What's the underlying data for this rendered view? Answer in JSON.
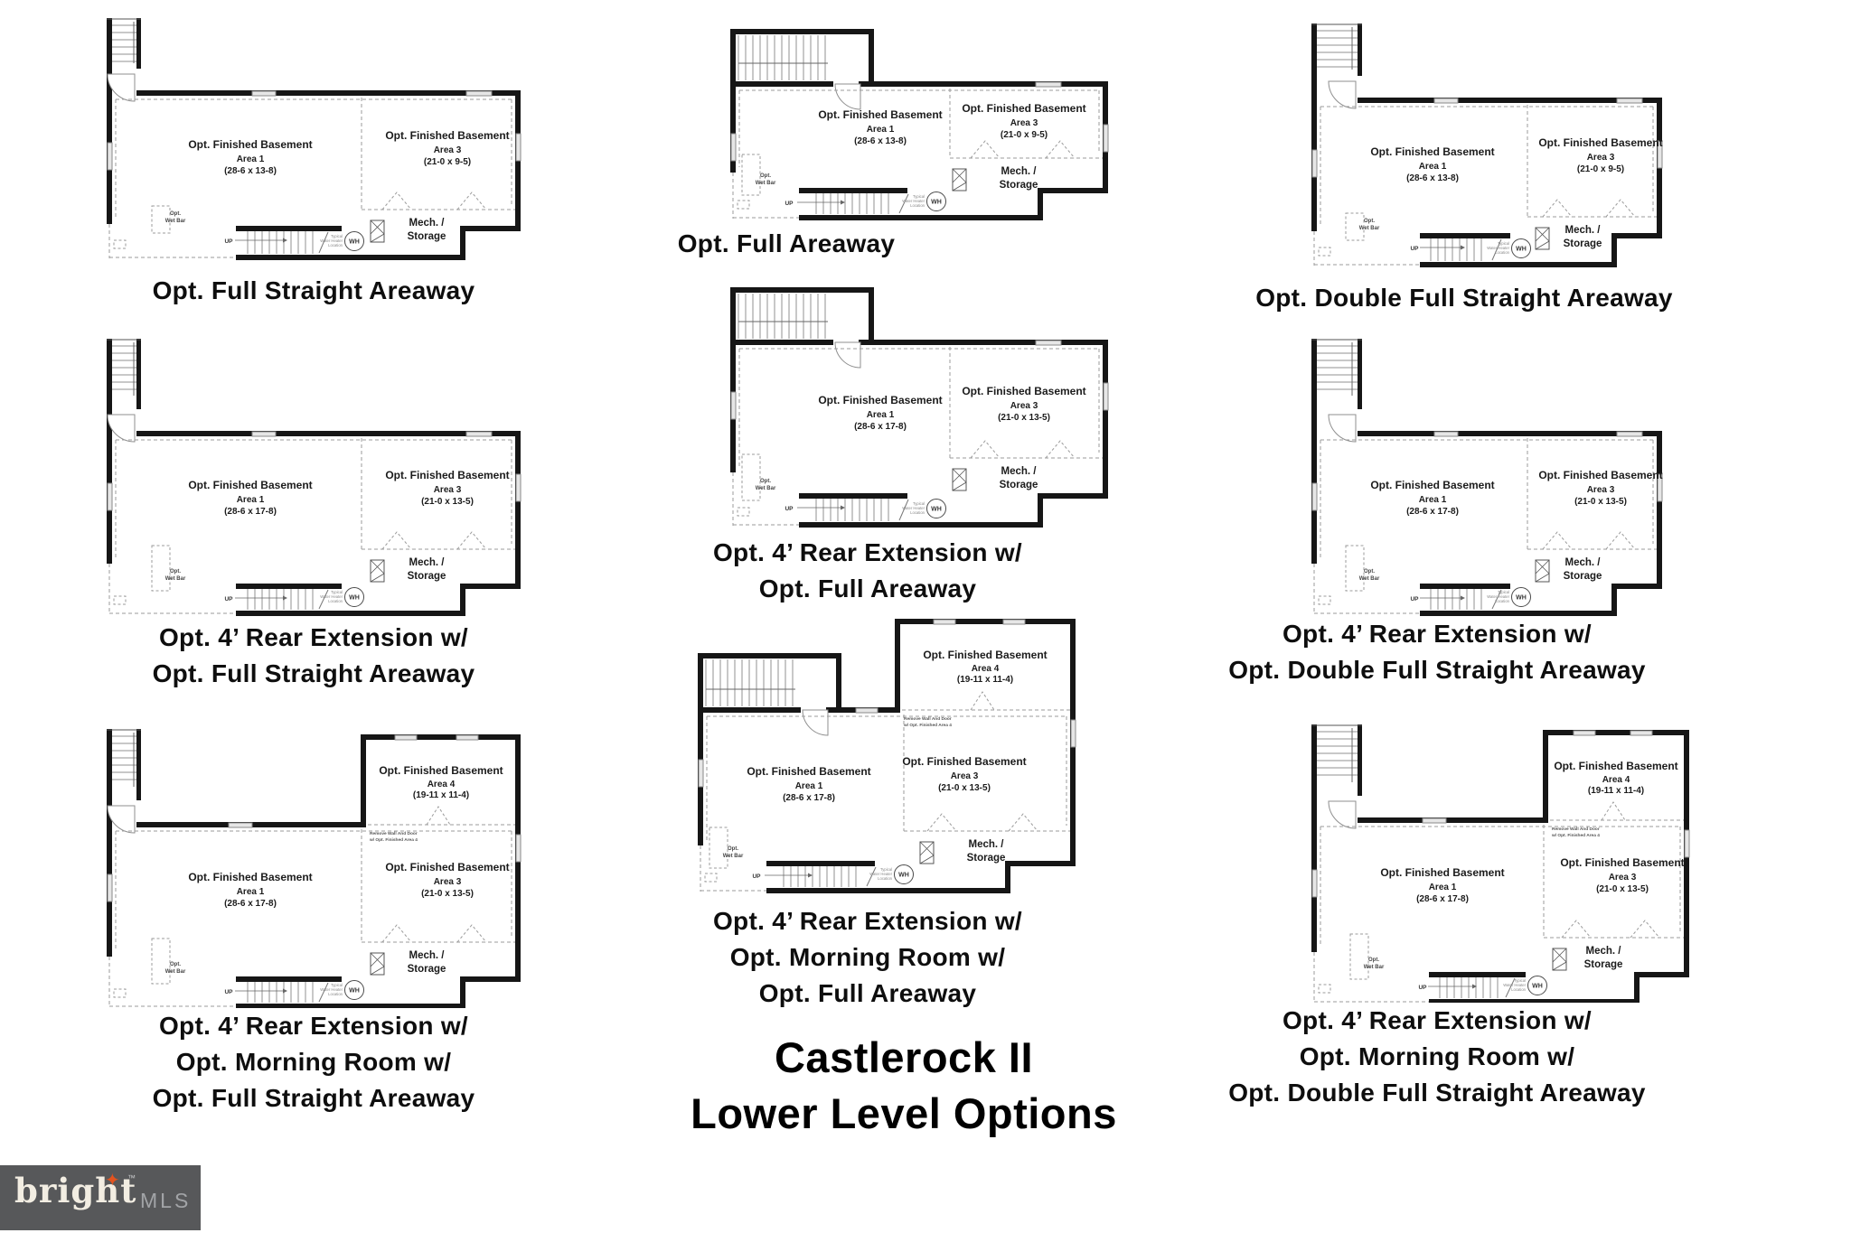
{
  "title": {
    "line1": "Castlerock II",
    "line2": "Lower Level Options"
  },
  "logo": {
    "brand": "bright",
    "tm": "™",
    "suffix": "MLS",
    "bg": "#57585a",
    "star_color": "#e2531f"
  },
  "common": {
    "up": "UP",
    "wh": "WH",
    "wh_note": [
      "Typical",
      "Water Heater",
      "Location"
    ],
    "wet_bar": [
      "Opt.",
      "Wet Bar"
    ],
    "mech": [
      "Mech. /",
      "Storage"
    ],
    "area4_note": [
      "Remove Wall And Door",
      "w/ Opt. Finished Area 4"
    ]
  },
  "plans": [
    {
      "caption": [
        "Opt. Full Straight Areaway"
      ],
      "area1": [
        "Opt. Finished Basement",
        "Area 1",
        "(28-6 x 13-8)"
      ],
      "area3": [
        "Opt. Finished Basement",
        "Area 3",
        "(21-0 x 9-5)"
      ]
    },
    {
      "caption": [
        "Opt. Full Areaway"
      ],
      "area1": [
        "Opt. Finished Basement",
        "Area 1",
        "(28-6 x 13-8)"
      ],
      "area3": [
        "Opt. Finished Basement",
        "Area 3",
        "(21-0 x 9-5)"
      ]
    },
    {
      "caption": [
        "Opt. Double Full Straight Areaway"
      ],
      "area1": [
        "Opt. Finished Basement",
        "Area 1",
        "(28-6 x 13-8)"
      ],
      "area3": [
        "Opt. Finished Basement",
        "Area 3",
        "(21-0 x 9-5)"
      ]
    },
    {
      "caption": [
        "Opt. 4’ Rear Extension w/",
        "Opt. Full Straight Areaway"
      ],
      "area1": [
        "Opt. Finished Basement",
        "Area 1",
        "(28-6 x 17-8)"
      ],
      "area3": [
        "Opt. Finished Basement",
        "Area 3",
        "(21-0 x 13-5)"
      ]
    },
    {
      "caption": [
        "Opt. 4’ Rear Extension w/",
        "Opt. Full Areaway"
      ],
      "area1": [
        "Opt. Finished Basement",
        "Area 1",
        "(28-6 x 17-8)"
      ],
      "area3": [
        "Opt. Finished Basement",
        "Area 3",
        "(21-0 x 13-5)"
      ]
    },
    {
      "caption": [
        "Opt. 4’ Rear Extension w/",
        "Opt. Double Full Straight Areaway"
      ],
      "area1": [
        "Opt. Finished Basement",
        "Area 1",
        "(28-6 x 17-8)"
      ],
      "area3": [
        "Opt. Finished Basement",
        "Area 3",
        "(21-0 x 13-5)"
      ]
    },
    {
      "caption": [
        "Opt. 4’ Rear Extension w/",
        "Opt. Morning Room w/",
        "Opt. Full Straight Areaway"
      ],
      "area1": [
        "Opt. Finished Basement",
        "Area 1",
        "(28-6 x 17-8)"
      ],
      "area3": [
        "Opt. Finished Basement",
        "Area 3",
        "(21-0 x 13-5)"
      ],
      "area4": [
        "Opt. Finished Basement",
        "Area 4",
        "(19-11 x 11-4)"
      ]
    },
    {
      "caption": [
        "Opt. 4’ Rear Extension w/",
        "Opt. Morning Room w/",
        "Opt. Full Areaway"
      ],
      "area1": [
        "Opt. Finished Basement",
        "Area 1",
        "(28-6 x 17-8)"
      ],
      "area3": [
        "Opt. Finished Basement",
        "Area 3",
        "(21-0 x 13-5)"
      ],
      "area4": [
        "Opt. Finished Basement",
        "Area 4",
        "(19-11 x 11-4)"
      ]
    },
    {
      "caption": [
        "Opt. 4’ Rear Extension w/",
        "Opt. Morning Room w/",
        "Opt. Double Full Straight Areaway"
      ],
      "area1": [
        "Opt. Finished Basement",
        "Area 1",
        "(28-6 x 17-8)"
      ],
      "area3": [
        "Opt. Finished Basement",
        "Area 3",
        "(21-0 x 13-5)"
      ],
      "area4": [
        "Opt. Finished Basement",
        "Area 4",
        "(19-11 x 11-4)"
      ]
    }
  ]
}
